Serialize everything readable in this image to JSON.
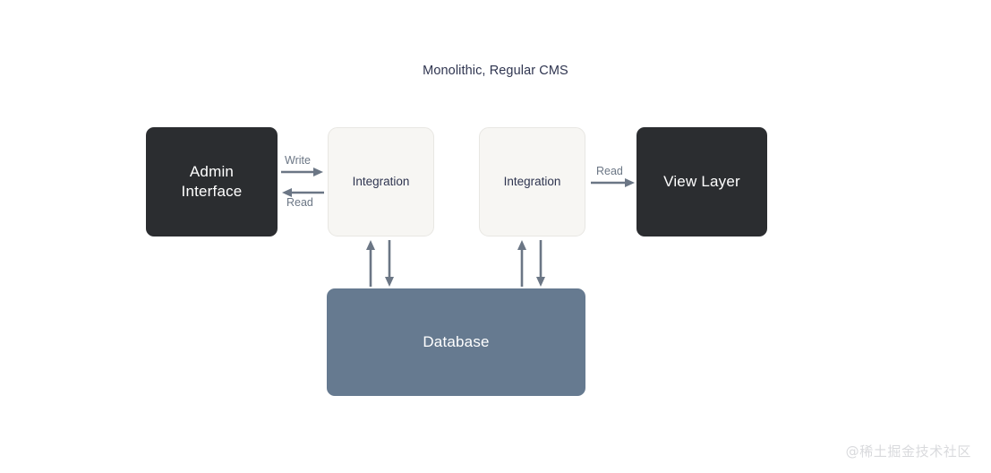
{
  "diagram": {
    "title": "Monolithic, Regular CMS",
    "nodes": [
      {
        "id": "admin",
        "label": "Admin\nInterface",
        "style": "dark",
        "color": "#2b2d30"
      },
      {
        "id": "integration-1",
        "label": "Integration",
        "style": "light",
        "color": "#f7f6f3"
      },
      {
        "id": "integration-2",
        "label": "Integration",
        "style": "light",
        "color": "#f7f6f3"
      },
      {
        "id": "view",
        "label": "View Layer",
        "style": "dark",
        "color": "#2b2d30"
      },
      {
        "id": "database",
        "label": "Database",
        "style": "database",
        "color": "#667a90"
      }
    ],
    "edges": [
      {
        "id": "write",
        "label": "Write",
        "from": "admin",
        "to": "integration-1",
        "direction": "right"
      },
      {
        "id": "read-back",
        "label": "Read",
        "from": "integration-1",
        "to": "admin",
        "direction": "left"
      },
      {
        "id": "read-view",
        "label": "Read",
        "from": "integration-2",
        "to": "view",
        "direction": "right"
      },
      {
        "id": "db-up-1",
        "label": "",
        "from": "database",
        "to": "integration-1",
        "direction": "up"
      },
      {
        "id": "db-down-1",
        "label": "",
        "from": "integration-1",
        "to": "database",
        "direction": "down"
      },
      {
        "id": "db-up-2",
        "label": "",
        "from": "database",
        "to": "integration-2",
        "direction": "up"
      },
      {
        "id": "db-down-2",
        "label": "",
        "from": "integration-2",
        "to": "database",
        "direction": "down"
      }
    ],
    "arrow_color": "#6b7685",
    "background": "#ffffff"
  },
  "watermark": {
    "text": "@稀土掘金技术社区"
  }
}
